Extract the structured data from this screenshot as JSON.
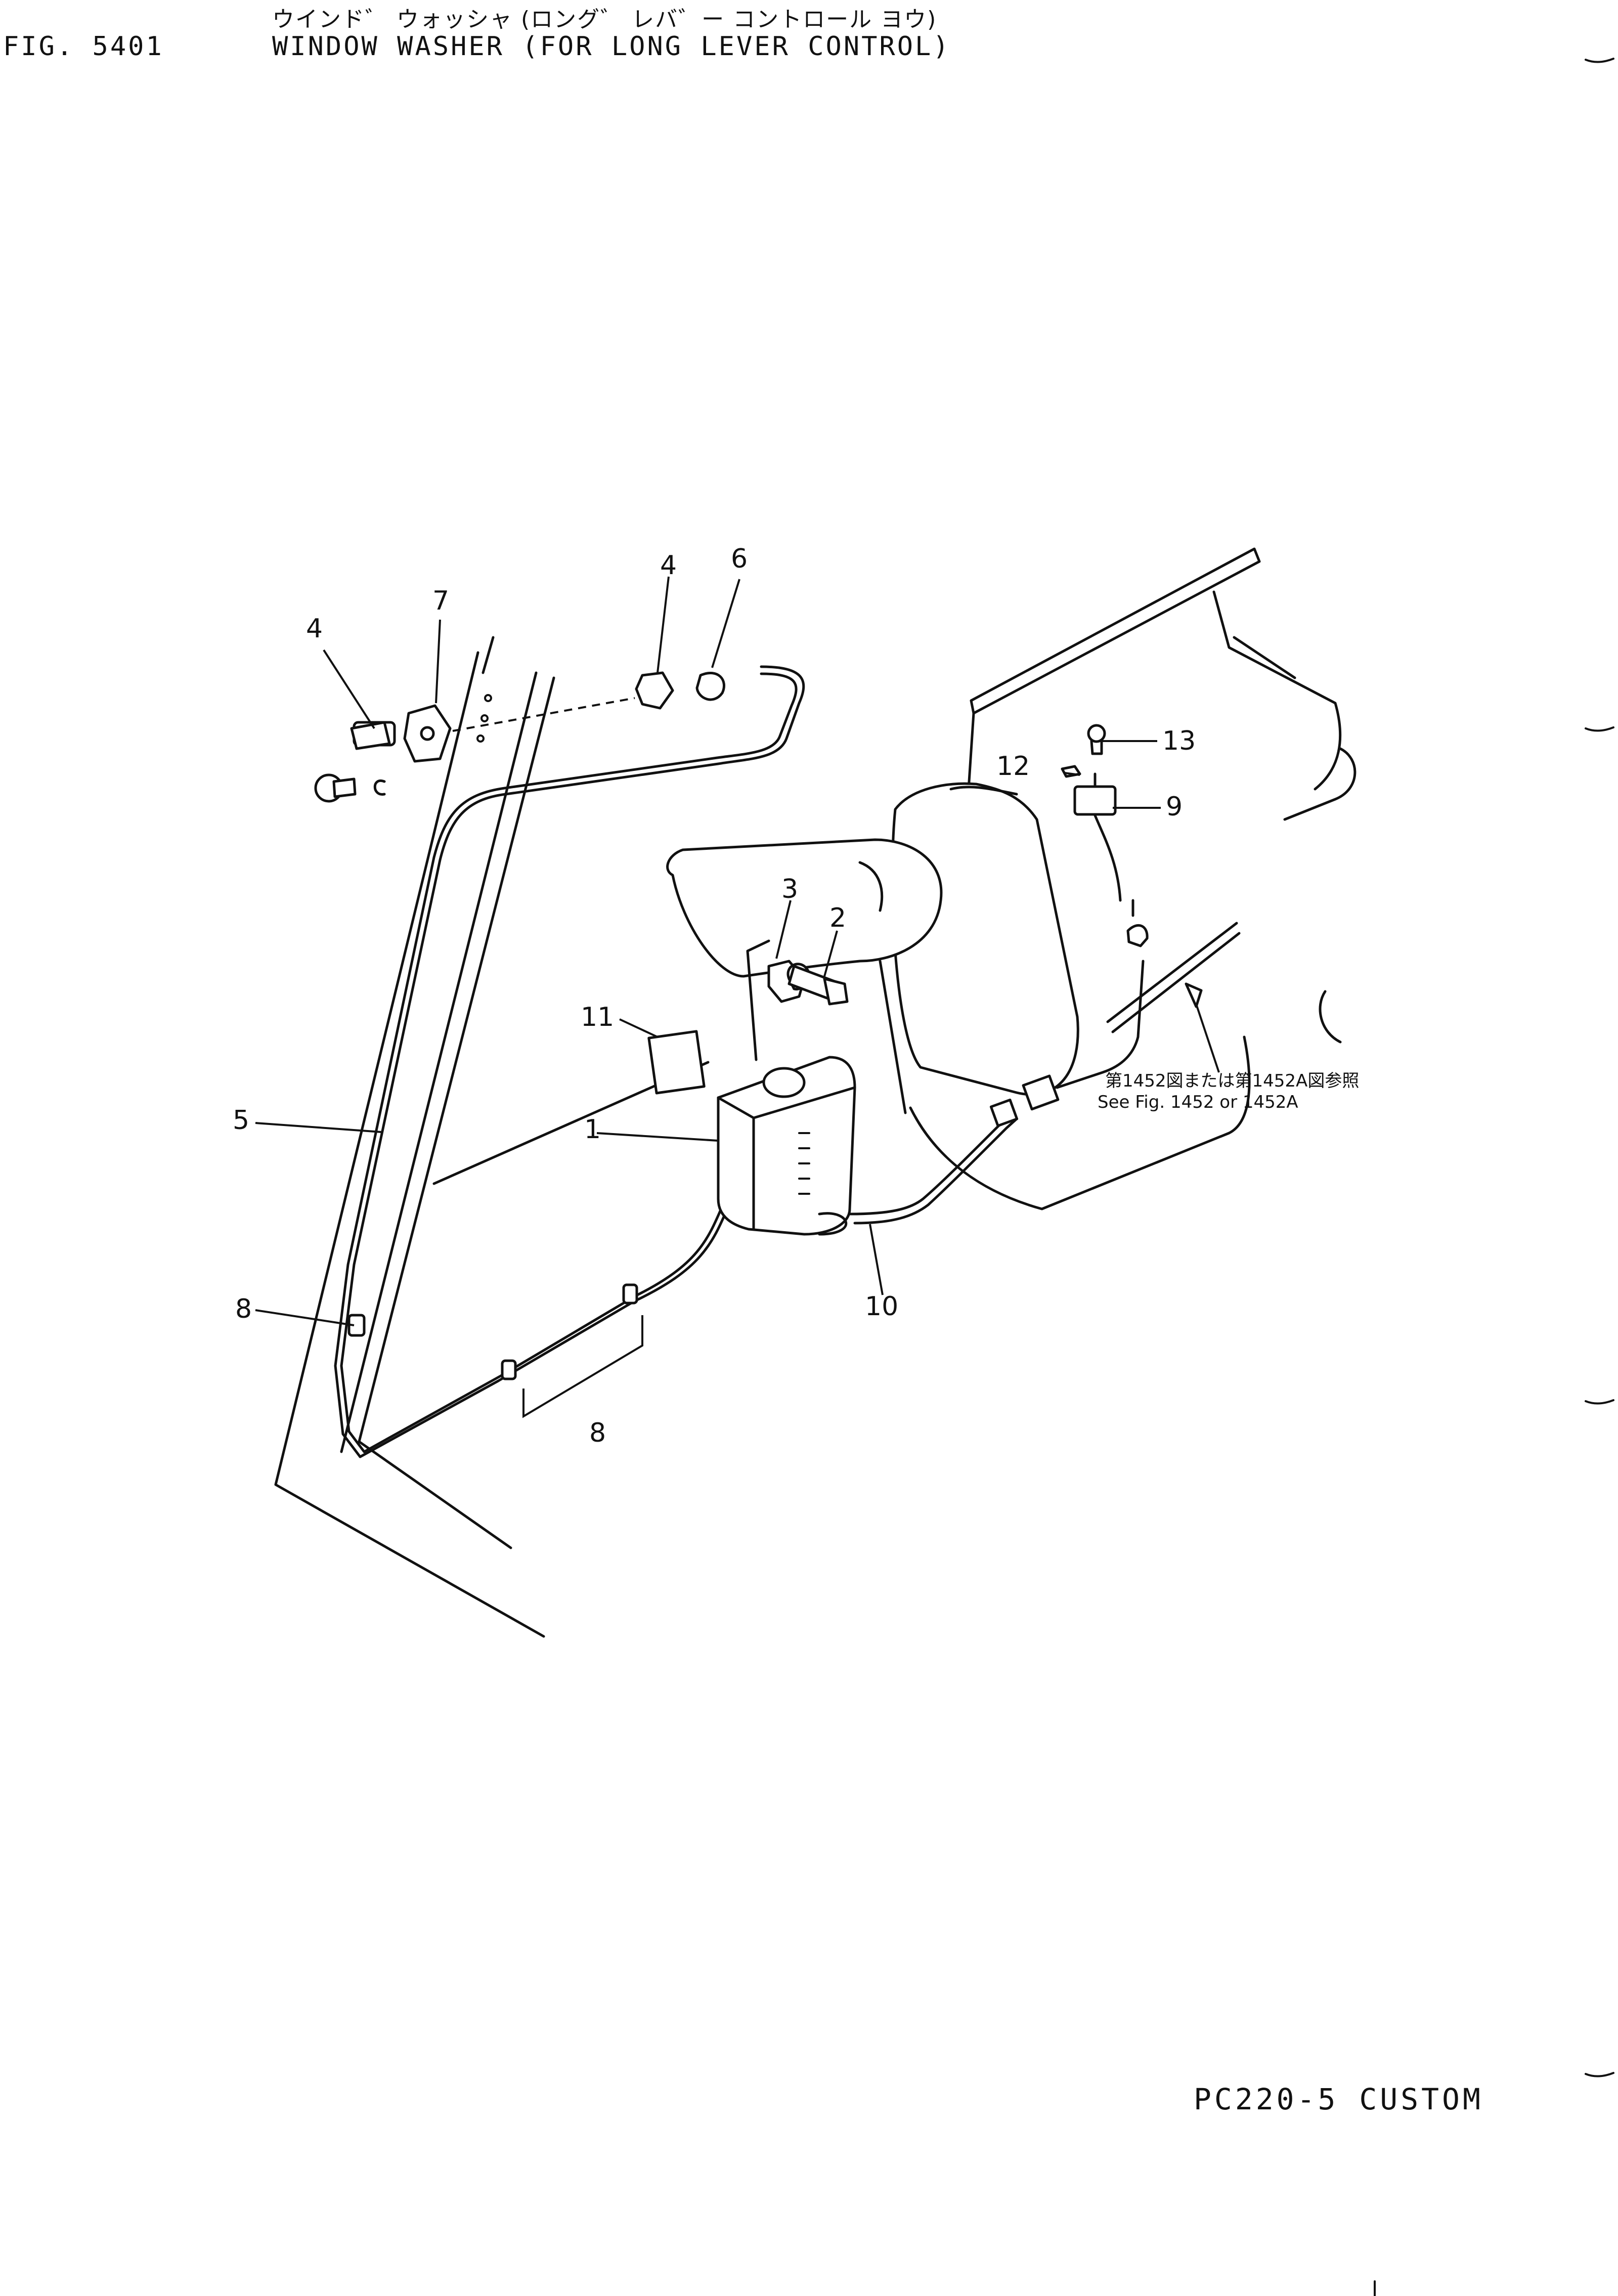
{
  "header": {
    "fig_number": "FIG. 5401",
    "title_jp": "ウインド゛ ウォッシャ (ロング゛ レバ゛ー コントロール ヨウ)",
    "title_en": "WINDOW WASHER (FOR LONG LEVER CONTROL)"
  },
  "callouts": [
    "1",
    "2",
    "3",
    "4",
    "4",
    "5",
    "6",
    "7",
    "8",
    "8",
    "9",
    "10",
    "11",
    "12",
    "13"
  ],
  "reference_note": {
    "jp": "第1452図または第1452A図参照",
    "en": "See Fig. 1452 or 1452A"
  },
  "footer": {
    "model": "PC220-5 CUSTOM"
  }
}
